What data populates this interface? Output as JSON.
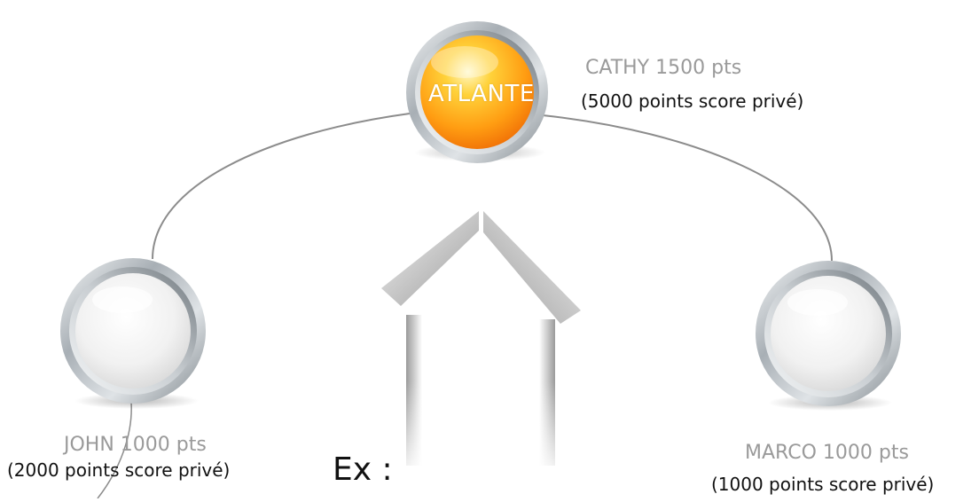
{
  "diagram": {
    "top_node": {
      "label": "ATLANTE",
      "name_points": "CATHY 1500 pts",
      "private_score": "(5000 points score privé)"
    },
    "left_node": {
      "name_points": "JOHN 1000 pts",
      "private_score": "(2000 points score privé)"
    },
    "right_node": {
      "name_points": "MARCO 1000 pts",
      "private_score": "(1000 points score privé)"
    },
    "example_label": "Ex :"
  },
  "colors": {
    "top_orb_core": "#ffcc33",
    "top_orb_edge": "#f27a08",
    "orb_ring": "#9aa1a6",
    "connector": "#8c8c8c",
    "name_text": "#9a9a9a",
    "sub_text": "#111111"
  }
}
